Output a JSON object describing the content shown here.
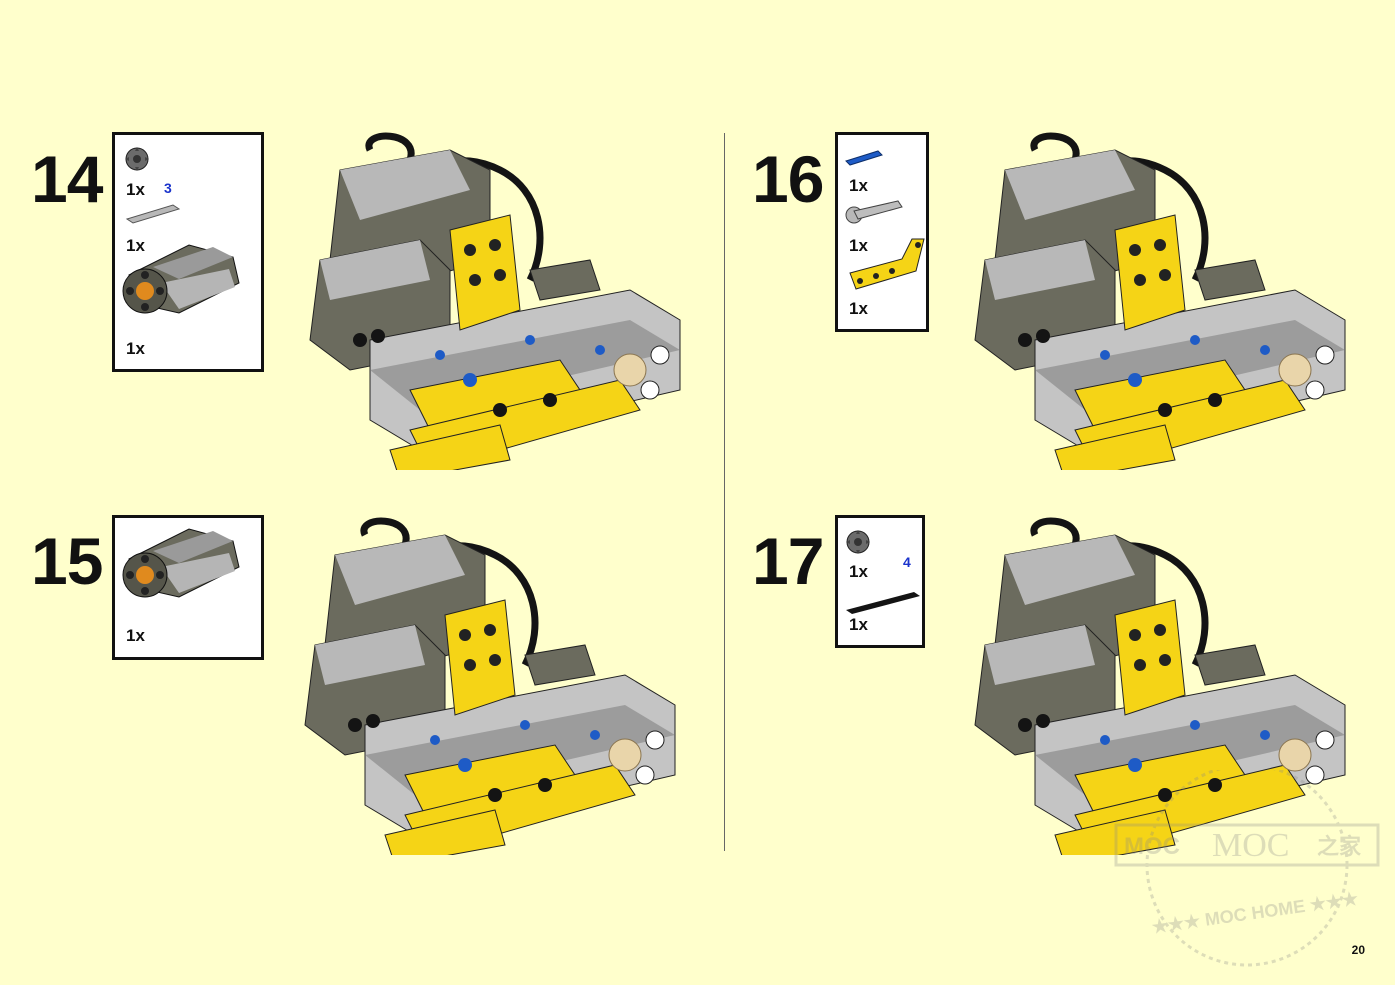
{
  "page_number": "20",
  "watermark": {
    "left_text": "MOC",
    "center_text": "MOC",
    "right_text": "之家",
    "arc_text": "★★★ MOC HOME ★★★"
  },
  "steps": [
    {
      "number": "14",
      "parts": [
        {
          "name": "gear-8-tooth",
          "qty": "1x",
          "color_num": "3"
        },
        {
          "name": "axle-light-gray",
          "qty": "1x"
        },
        {
          "name": "xl-motor",
          "qty": "1x"
        }
      ]
    },
    {
      "number": "15",
      "parts": [
        {
          "name": "xl-motor",
          "qty": "1x"
        }
      ]
    },
    {
      "number": "16",
      "parts": [
        {
          "name": "blue-axle-pin",
          "qty": "1x"
        },
        {
          "name": "gray-axle-pin",
          "qty": "1x"
        },
        {
          "name": "yellow-l-beam",
          "qty": "1x"
        }
      ]
    },
    {
      "number": "17",
      "parts": [
        {
          "name": "gear-8-tooth",
          "qty": "1x",
          "color_num": "4"
        },
        {
          "name": "black-axle",
          "qty": "1x"
        }
      ]
    }
  ],
  "colors": {
    "background": "#FFFFCC",
    "yellow": "#F5D416",
    "dark_gray": "#6B6B5E",
    "light_gray": "#B8B8B8",
    "blue": "#1E5BC6",
    "black": "#141414"
  }
}
